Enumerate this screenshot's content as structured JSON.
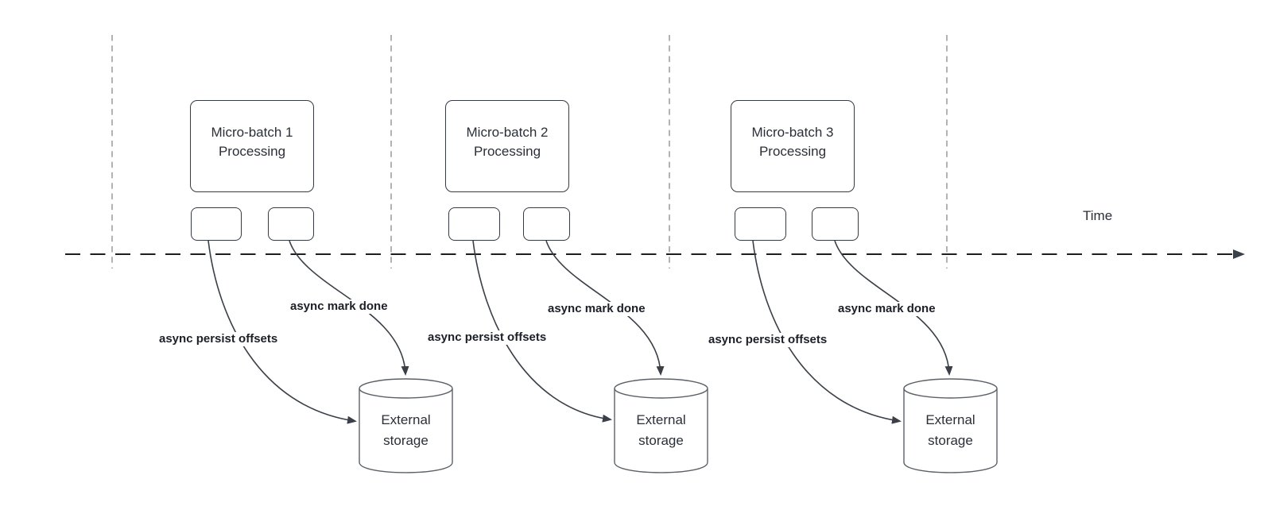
{
  "time_label": "Time",
  "groups": [
    {
      "box_label": "Micro-batch 1\nProcessing",
      "persist_label": "async persist offsets",
      "mark_done_label": "async mark done",
      "storage_label": "External\nstorage"
    },
    {
      "box_label": "Micro-batch 2\nProcessing",
      "persist_label": "async persist offsets",
      "mark_done_label": "async mark done",
      "storage_label": "External\nstorage"
    },
    {
      "box_label": "Micro-batch 3\nProcessing",
      "persist_label": "async persist offsets",
      "mark_done_label": "async mark done",
      "storage_label": "External\nstorage"
    }
  ],
  "colors": {
    "text": "#2b2f38",
    "label": "#1c1f27",
    "box_border": "#363a42",
    "arrow": "#3b4048",
    "cyl": "#5c6167",
    "timeline": "#1e1e1e",
    "guide": "#9da0a6"
  }
}
